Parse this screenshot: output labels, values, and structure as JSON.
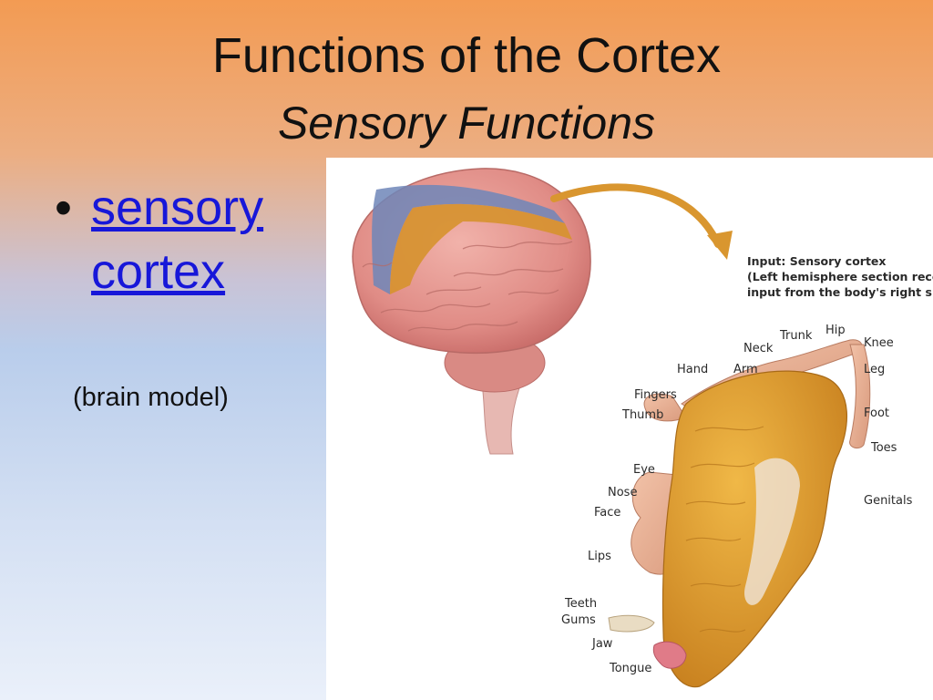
{
  "slide": {
    "title": "Functions of the Cortex",
    "subtitle": "Sensory Functions",
    "bullet_marker": "•",
    "bullet_link": "sensory cortex",
    "note": "(brain model)"
  },
  "figure": {
    "caption_line1": "Input: Sensory cortex",
    "caption_line2": "(Left hemisphere section receives",
    "caption_line3": "input from the body's right side)",
    "labels": {
      "trunk": "Trunk",
      "hip": "Hip",
      "knee": "Knee",
      "neck": "Neck",
      "hand": "Hand",
      "arm": "Arm",
      "leg": "Leg",
      "fingers": "Fingers",
      "thumb": "Thumb",
      "foot": "Foot",
      "toes": "Toes",
      "eye": "Eye",
      "nose": "Nose",
      "face": "Face",
      "genitals": "Genitals",
      "lips": "Lips",
      "teeth": "Teeth",
      "gums": "Gums",
      "jaw": "Jaw",
      "tongue": "Tongue"
    },
    "colors": {
      "brain": "#e79a94",
      "sensory_strip": "#d6922e",
      "motor_strip": "#6f86b8",
      "cortex_section": "#e2a12f",
      "arrow": "#d9962f"
    }
  }
}
